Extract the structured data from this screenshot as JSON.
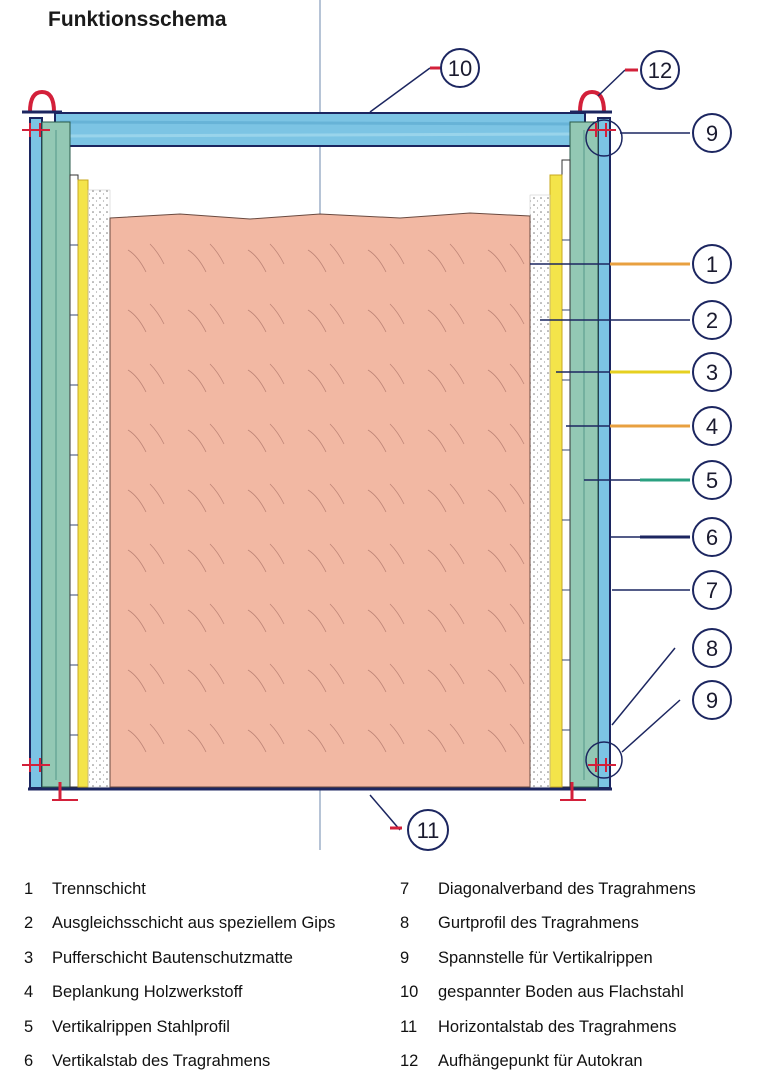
{
  "title": "Funktionsschema",
  "callouts": [
    {
      "id": "c1",
      "label": "1"
    },
    {
      "id": "c2",
      "label": "2"
    },
    {
      "id": "c3",
      "label": "3"
    },
    {
      "id": "c4",
      "label": "4"
    },
    {
      "id": "c5",
      "label": "5"
    },
    {
      "id": "c6",
      "label": "6"
    },
    {
      "id": "c7",
      "label": "7"
    },
    {
      "id": "c8",
      "label": "8"
    },
    {
      "id": "c9a",
      "label": "9"
    },
    {
      "id": "c9b",
      "label": "9"
    },
    {
      "id": "c10",
      "label": "10"
    },
    {
      "id": "c11",
      "label": "11"
    },
    {
      "id": "c12",
      "label": "12"
    }
  ],
  "legend_left": [
    {
      "num": "1",
      "text": "Trennschicht"
    },
    {
      "num": "2",
      "text": "Ausgleichsschicht aus speziellem Gips"
    },
    {
      "num": "3",
      "text": "Pufferschicht Bautenschutzmatte"
    },
    {
      "num": "4",
      "text": "Beplankung Holzwerkstoff"
    },
    {
      "num": "5",
      "text": "Vertikalrippen Stahlprofil"
    },
    {
      "num": "6",
      "text": "Vertikalstab des Tragrahmens"
    }
  ],
  "legend_right": [
    {
      "num": "7",
      "text": "Diagonalverband des Tragrahmens"
    },
    {
      "num": "8",
      "text": "Gurtprofil des Tragrahmens"
    },
    {
      "num": "9",
      "text": "Spannstelle für Vertikalrippen"
    },
    {
      "num": "10",
      "text": "gespannter Boden aus Flachstahl"
    },
    {
      "num": "11",
      "text": "Horizontalstab des Tragrahmens"
    },
    {
      "num": "12",
      "text": "Aufhängepunkt für Autokran"
    }
  ],
  "colors": {
    "block": "#f2b8a3",
    "frame_blue": "#7cc4e4",
    "panel_green": "#93c8b4",
    "buffer_yellow": "#f4e44a",
    "outline_navy": "#1c2660",
    "hook_red": "#d3203a"
  }
}
